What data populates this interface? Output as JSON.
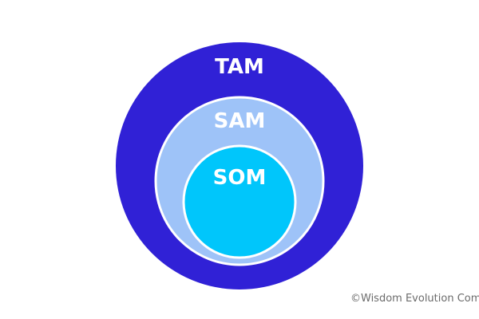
{
  "diagram": {
    "outer_label": "TAM",
    "middle_label": "SAM",
    "inner_label": "SOM"
  },
  "colors": {
    "tam": "#3021d6",
    "sam": "#9ec3f8",
    "som": "#00c6fb",
    "ring": "#ffffff",
    "copyright_text": "#6b6b6b"
  },
  "copyright": "©Wisdom Evolution Com"
}
